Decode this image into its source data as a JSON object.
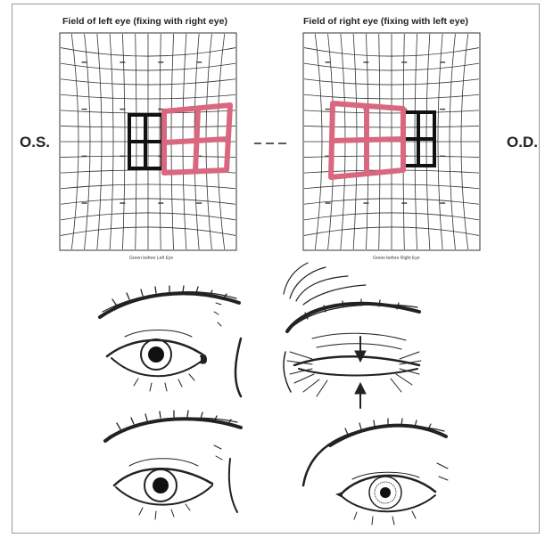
{
  "left_panel": {
    "title": "Field of left eye (fixing with right eye)",
    "side_label": "O.S.",
    "caption": "Green before Left Eye"
  },
  "right_panel": {
    "title": "Field of right eye (fixing with left eye)",
    "side_label": "O.D.",
    "caption": "Green before Right Eye"
  },
  "colors": {
    "deviation_box": "#d9677f",
    "reference_box": "#111111",
    "grid_line": "#333333"
  }
}
